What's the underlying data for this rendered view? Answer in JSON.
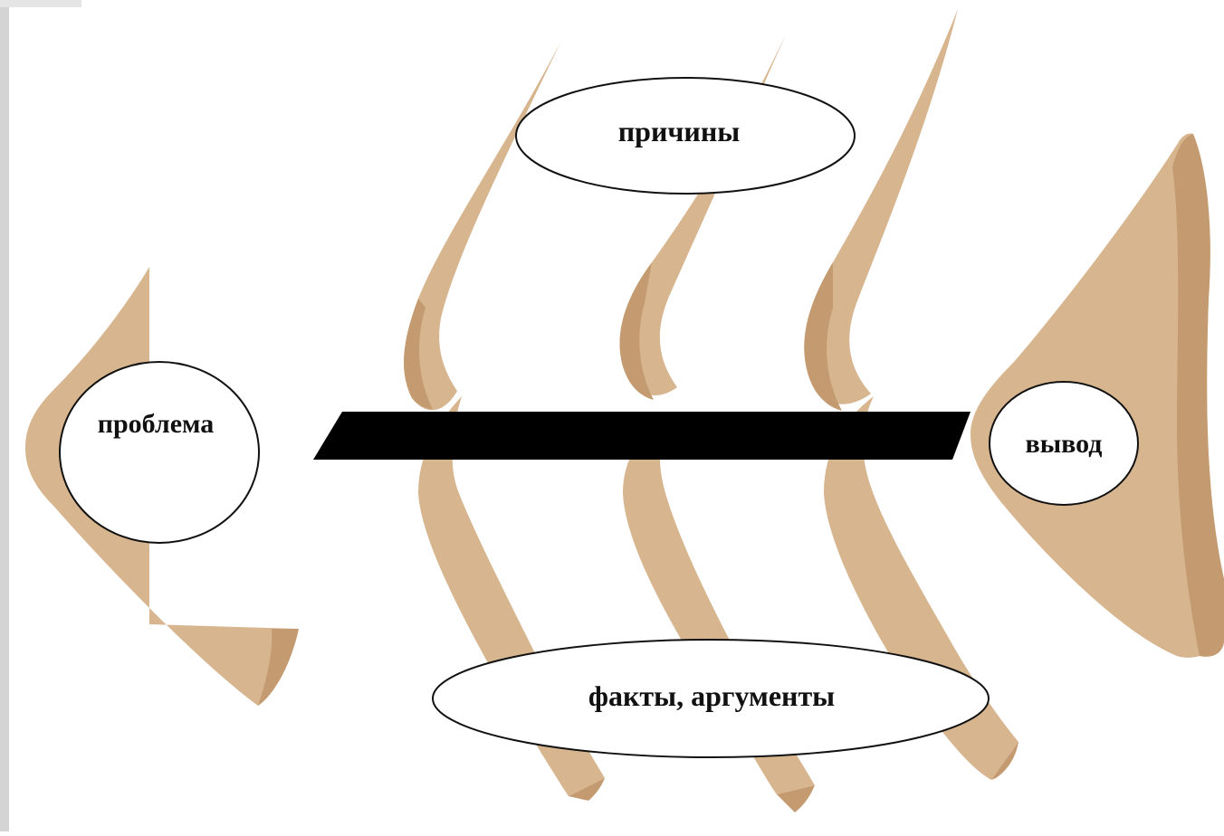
{
  "diagram": {
    "head_label": "проблема",
    "causes_label": "причины",
    "facts_label": "факты, аргументы",
    "tail_label": "вывод"
  },
  "colors": {
    "bone": "#d7b58e",
    "bone_shadow": "#c49b70",
    "bone_highlight": "#ead3b3",
    "spine": "#000000",
    "ellipse_fill": "#ffffff",
    "ellipse_stroke": "#111111",
    "left_edge": "#d4d4d4"
  }
}
